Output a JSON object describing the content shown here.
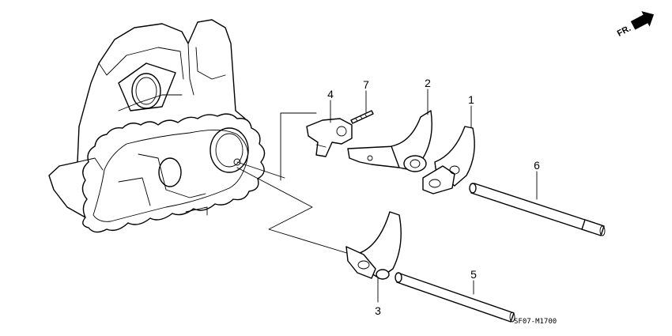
{
  "diagram": {
    "direction_label": "FR.",
    "code": "SF07-M1700",
    "callouts": [
      "1",
      "2",
      "3",
      "4",
      "5",
      "6",
      "7"
    ]
  }
}
